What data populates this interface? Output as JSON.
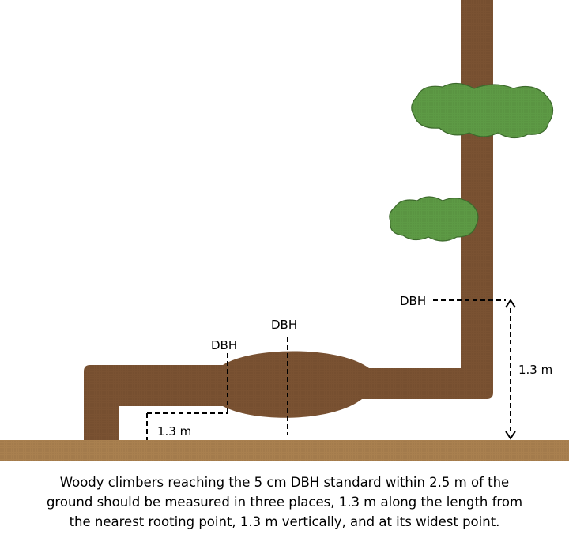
{
  "labels": {
    "dbh_trunk": "DBH",
    "dbh_widest": "DBH",
    "dbh_length": "DBH",
    "vertical_distance": "1.3 m",
    "length_distance": "1.3 m"
  },
  "caption": [
    "Woody climbers reaching the 5 cm DBH standard within 2.5 m of the",
    "ground should be measured in three places, 1.3 m along the length from",
    "the nearest rooting point, 1.3 m vertically, and at its widest point."
  ],
  "colors": {
    "ground": "#a9804f",
    "stem": "#7a5232",
    "foliage": "#5d9a45",
    "foliage_stroke": "#3d6a2c",
    "dash": "#000000"
  }
}
